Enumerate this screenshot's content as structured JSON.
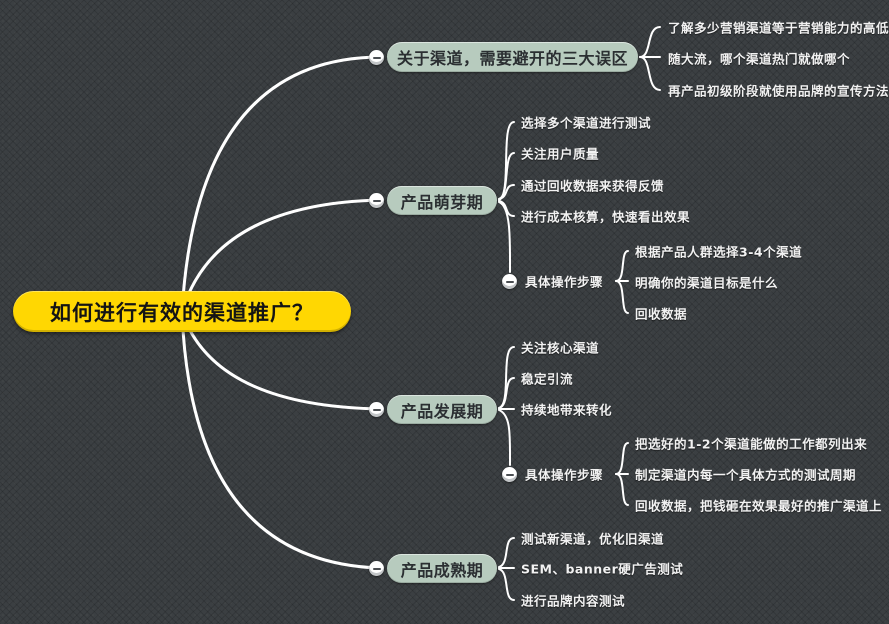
{
  "colors": {
    "background": "#3b3f42",
    "line": "#ffffff",
    "root_fill": "#ffd702",
    "root_text": "#141414",
    "branch_fill": "#b7cbbe",
    "branch_text": "#2b2f32",
    "child_text": "#f2f2f2",
    "marker_fill": "#ffffff",
    "marker_minus": "#4a4e52"
  },
  "icons": {
    "collapse_marker": "minus"
  },
  "root": {
    "label": "如何进行有效的渠道推广？"
  },
  "branches": [
    {
      "label": "关于渠道，需要避开的三大误区",
      "children": [
        {
          "label": "了解多少营销渠道等于营销能力的高低"
        },
        {
          "label": "随大流，哪个渠道热门就做哪个"
        },
        {
          "label": "再产品初级阶段就使用品牌的宣传方法"
        }
      ]
    },
    {
      "label": "产品萌芽期",
      "children": [
        {
          "label": "选择多个渠道进行测试"
        },
        {
          "label": "关注用户质量"
        },
        {
          "label": "通过回收数据来获得反馈"
        },
        {
          "label": "进行成本核算，快速看出效果"
        },
        {
          "label": "具体操作步骤",
          "children": [
            {
              "label": "根据产品人群选择3-4个渠道"
            },
            {
              "label": "明确你的渠道目标是什么"
            },
            {
              "label": "回收数据"
            }
          ]
        }
      ]
    },
    {
      "label": "产品发展期",
      "children": [
        {
          "label": "关注核心渠道"
        },
        {
          "label": "稳定引流"
        },
        {
          "label": "持续地带来转化"
        },
        {
          "label": "具体操作步骤",
          "children": [
            {
              "label": "把选好的1-2个渠道能做的工作都列出来"
            },
            {
              "label": "制定渠道内每一个具体方式的测试周期"
            },
            {
              "label": "回收数据，把钱砸在效果最好的推广渠道上"
            }
          ]
        }
      ]
    },
    {
      "label": "产品成熟期",
      "children": [
        {
          "label": "测试新渠道，优化旧渠道"
        },
        {
          "label": "SEM、banner硬广告测试"
        },
        {
          "label": "进行品牌内容测试"
        }
      ]
    }
  ]
}
